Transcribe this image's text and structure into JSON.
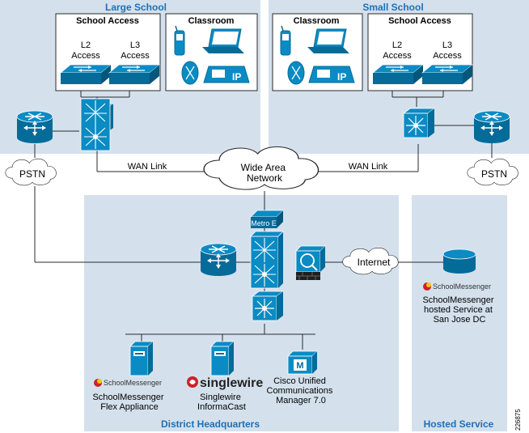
{
  "zones": {
    "large_school": "Large School",
    "small_school": "Small School",
    "district_hq": "District Headquarters",
    "hosted_service": "Hosted Service"
  },
  "boxes": {
    "ls_school_access": "School Access",
    "ls_classroom": "Classroom",
    "ss_classroom": "Classroom",
    "ss_school_access": "School Access"
  },
  "switch_labels": {
    "ls_l2": [
      "L2",
      "Access"
    ],
    "ls_l3": [
      "L3",
      "Access"
    ],
    "ss_l2": [
      "L2",
      "Access"
    ],
    "ss_l3": [
      "L3",
      "Access"
    ]
  },
  "phone_badge": "IP",
  "network": {
    "pstn_left": "PSTN",
    "pstn_right": "PSTN",
    "wan_link_left": "WAN Link",
    "wan_link_right": "WAN Link",
    "wan_cloud": [
      "Wide Area",
      "Network"
    ],
    "metro": "Metro E",
    "internet": "Internet"
  },
  "servers": {
    "sm_flex_logo": "SchoolMessenger",
    "sm_flex_label": [
      "SchoolMessenger",
      "Flex Appliance"
    ],
    "singlewire_logo": "singlewire",
    "singlewire_label": [
      "Singlewire",
      "InformaCast"
    ],
    "cucm_badge": "M",
    "cucm_label": [
      "Cisco Unified",
      "Communications",
      "Manager 7.0"
    ],
    "sm_hosted_logo": "SchoolMessenger",
    "sm_hosted_label": [
      "SchoolMessenger",
      "hosted Service at",
      "San Jose DC"
    ]
  },
  "figure_id": "226875",
  "colors": {
    "zone_fill": "#d4e1ed",
    "device_blue": "#0a8bc4",
    "device_dark": "#056b98",
    "link": "#2a2a2a",
    "zone_title": "#1f6fb5",
    "singlewire_red": "#d02028"
  }
}
